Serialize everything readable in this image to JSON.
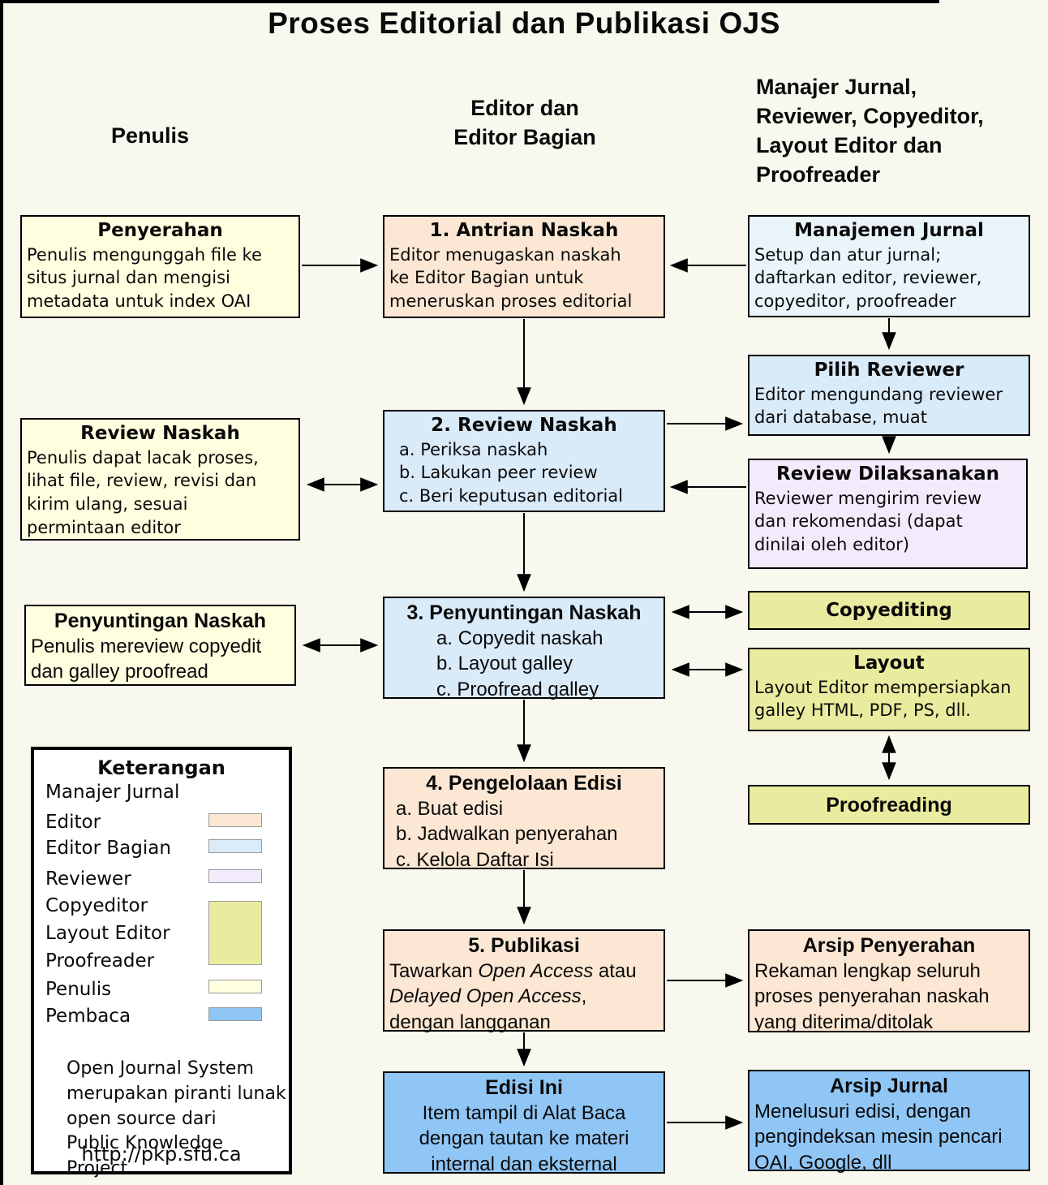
{
  "title": "Proses Editorial dan Publikasi OJS",
  "column_headers": {
    "penulis": "Penulis",
    "editor": "Editor dan\nEditor Bagian",
    "manajer": "Manajer Jurnal,\nReviewer, Copyeditor,\nLayout Editor dan\nProofreader"
  },
  "boxes": {
    "penyerahan": {
      "title": "Penyerahan",
      "body": "Penulis mengunggah file ke\nsitus jurnal dan mengisi\nmetadata untuk index OAI"
    },
    "antrian_naskah": {
      "title": "1. Antrian Naskah",
      "body": "Editor menugaskan naskah\nke Editor Bagian untuk\nmeneruskan proses editorial"
    },
    "manajemen_jurnal": {
      "title": "Manajemen Jurnal",
      "body": "Setup dan atur jurnal;\ndaftarkan editor, reviewer,\ncopyeditor, proofreader"
    },
    "pilih_reviewer": {
      "title": "Pilih Reviewer",
      "body": "Editor mengundang reviewer\ndari database, muat"
    },
    "review_dilaksanakan": {
      "title": "Review Dilaksanakan",
      "body": "Reviewer mengirim review\ndan rekomendasi (dapat\ndinilai oleh editor)"
    },
    "review_naskah_penulis": {
      "title": "Review Naskah",
      "body": "Penulis dapat lacak proses,\nlihat file, review, revisi dan\nkirim ulang, sesuai\npermintaan editor"
    },
    "review_naskah": {
      "title": "2. Review Naskah",
      "body": "a. Periksa naskah\nb. Lakukan peer review\nc. Beri keputusan editorial"
    },
    "penyuntingan_penulis": {
      "title": "Penyuntingan Naskah",
      "body": "Penulis mereview copyedit\ndan galley proofread"
    },
    "penyuntingan_naskah": {
      "title": "3. Penyuntingan Naskah",
      "body": "a. Copyedit naskah\nb. Layout galley\nc. Proofread galley"
    },
    "copyediting": {
      "title": "Copyediting"
    },
    "layout": {
      "title": "Layout",
      "body": "Layout Editor mempersiapkan\ngalley HTML, PDF, PS, dll."
    },
    "pengelolaan_edisi": {
      "title": "4. Pengelolaan Edisi",
      "body": "a. Buat edisi\nb. Jadwalkan penyerahan\nc. Kelola Daftar Isi"
    },
    "proofreading": {
      "title": "Proofreading"
    },
    "publikasi": {
      "title": "5. Publikasi",
      "pre": "Tawarkan ",
      "italic1": "Open Access",
      "mid": " atau\n",
      "italic2": "Delayed Open Access",
      "post": ",\ndengan langganan"
    },
    "arsip_penyerahan": {
      "title": "Arsip Penyerahan",
      "body": "Rekaman lengkap seluruh\nproses penyerahan naskah\nyang diterima/ditolak"
    },
    "edisi_ini": {
      "title": "Edisi Ini",
      "body": "Item tampil di Alat Baca\ndengan tautan ke materi\ninternal dan eksternal"
    },
    "arsip_jurnal": {
      "title": "Arsip Jurnal",
      "body": "Menelusuri edisi, dengan\npengindeksan mesin pencari\nOAI, Google, dll"
    }
  },
  "legend": {
    "title": "Keterangan",
    "items": [
      {
        "label": "Manajer Jurnal",
        "swatch": null
      },
      {
        "label": "Editor",
        "swatch": "#FBE7D3"
      },
      {
        "label": "Editor Bagian",
        "swatch": "#D9EAF9"
      },
      {
        "label": "Reviewer",
        "swatch": "#F3EBFB"
      },
      {
        "label": "Copyeditor",
        "swatch": "#E9EC9E"
      },
      {
        "label": "Layout Editor",
        "swatch": "#E9EC9E"
      },
      {
        "label": "Proofreader",
        "swatch": "#E9EC9E"
      },
      {
        "label": "Penulis",
        "swatch": "#FFFFDF"
      },
      {
        "label": "Pembaca",
        "swatch": "#90C6F5"
      }
    ],
    "note": "Open Journal System\nmerupakan piranti lunak\nopen source dari\nPublic Knowledge Project",
    "url": "http://pkp.sfu.ca"
  },
  "colors": {
    "background": "#F8F8EE",
    "penulis": "#FFFFDF",
    "editor": "#FBE7D3",
    "editor_bagian": "#D9EAF9",
    "manajer_jurnal": "#E9F5FB",
    "reviewer": "#F3EBFB",
    "copy_layout_proof": "#E9EC9E",
    "pembaca": "#90C6F5",
    "border": "#000000"
  }
}
